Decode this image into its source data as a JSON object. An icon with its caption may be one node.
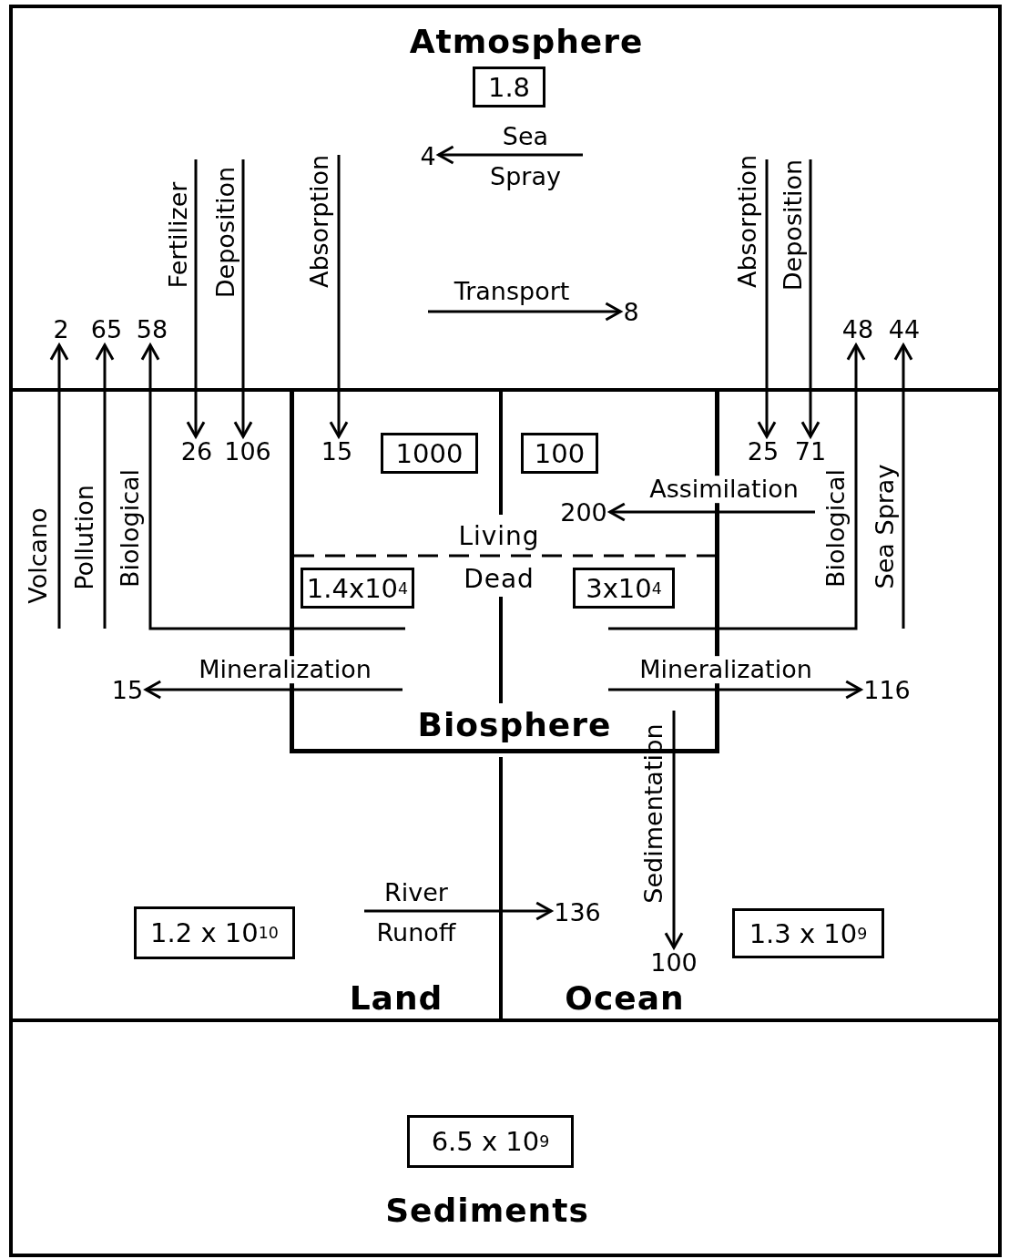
{
  "diagram": {
    "nodes": [
      {
        "text": [
          "Atmosphere"
        ]
      },
      {
        "text": [
          "1.8"
        ],
        "in": 0
      },
      {
        "text": [
          "4"
        ],
        "in": 0
      },
      {
        "text": [
          "8"
        ],
        "in": 0
      },
      {
        "text": [
          "2"
        ],
        "in": 0
      },
      {
        "text": [
          "65"
        ],
        "in": 0
      },
      {
        "text": [
          "58"
        ],
        "in": 0
      },
      {
        "text": [
          "48"
        ],
        "in": 0
      },
      {
        "text": [
          "44"
        ],
        "in": 0
      },
      {
        "text": [
          "Land"
        ]
      },
      {
        "text": [
          "26"
        ],
        "in": 9
      },
      {
        "text": [
          "106"
        ],
        "in": 9
      },
      {
        "text": [
          "15"
        ],
        "in": 9
      },
      {
        "text": [
          "1.2 x 10$^{10}$"
        ],
        "in": 9
      },
      {
        "text": [
          "Ocean"
        ]
      },
      {
        "text": [
          "25"
        ],
        "in": 14
      },
      {
        "text": [
          "71"
        ],
        "in": 14
      },
      {
        "text": [
          "116"
        ],
        "in": 14
      },
      {
        "text": [
          "136"
        ],
        "in": 14
      },
      {
        "text": [
          "100"
        ],
        "in": 14
      },
      {
        "text": [
          "1.3 x 10$^{9}$"
        ],
        "in": 14
      },
      {
        "text": [
          "Biosphere"
        ]
      },
      {
        "text": [
          "15"
        ]
      },
      {
        "text": [
          "1000"
        ]
      },
      {
        "text": [
          "100"
        ]
      },
      {
        "text": [
          "200"
        ]
      },
      {
        "text": [
          "1.4x10$^{4}$"
        ]
      },
      {
        "text": [
          "3x10$^{4}$"
        ]
      },
      {
        "text": [
          "Sediments"
        ]
      },
      {
        "text": [
          "6.5 x 10$^{9}$"
        ],
        "in": 28
      }
    ],
    "edges": [
      {
        "from": null,
        "to": 4,
        "arrow": "to",
        "label": "Volcano"
      },
      {
        "from": null,
        "to": 5,
        "arrow": "to",
        "label": "Pollution"
      },
      {
        "from": 21,
        "to": 6,
        "arrow": "to",
        "label": "Biological"
      },
      {
        "from": null,
        "to": 10,
        "arrow": "to",
        "label": "Fertilizer"
      },
      {
        "from": null,
        "to": 11,
        "arrow": "to",
        "label": "Deposition"
      },
      {
        "from": null,
        "to": 22,
        "arrow": "to",
        "label": "Absorption"
      },
      {
        "from": null,
        "to": 2,
        "arrow": "to",
        "label": "Sea Spray"
      },
      {
        "from": null,
        "to": 3,
        "arrow": "to",
        "label": "Transport"
      },
      {
        "from": null,
        "to": 15,
        "arrow": "to",
        "label": "Absorption"
      },
      {
        "from": null,
        "to": 16,
        "arrow": "to",
        "label": "Deposition"
      },
      {
        "from": 21,
        "to": 7,
        "arrow": "to",
        "label": "Biological"
      },
      {
        "from": null,
        "to": 8,
        "arrow": "to",
        "label": "Sea Spray"
      },
      {
        "from": null,
        "to": 25,
        "arrow": "to",
        "label": "Assimilation"
      },
      {
        "from": 21,
        "to": 12,
        "arrow": "to",
        "label": "Mineralization"
      },
      {
        "from": 21,
        "to": 17,
        "arrow": "to",
        "label": "Mineralization"
      },
      {
        "from": null,
        "to": 18,
        "arrow": "to",
        "label": "River Runoff"
      },
      {
        "from": 21,
        "to": 19,
        "arrow": "to",
        "label": "Sedimentation"
      }
    ],
    "labels": [
      "Living",
      "Dead"
    ]
  }
}
